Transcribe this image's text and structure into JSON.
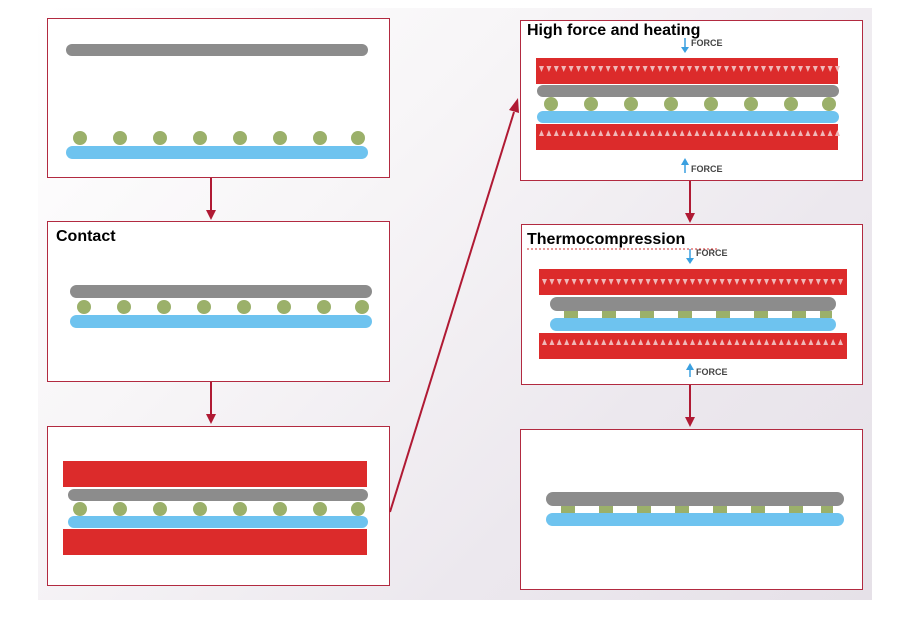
{
  "panels": [
    {
      "id": "p1",
      "title": ""
    },
    {
      "id": "p2",
      "title": "Contact"
    },
    {
      "id": "p3",
      "title": ""
    },
    {
      "id": "p4",
      "title": "High force and heating",
      "force_label": "FORCE"
    },
    {
      "id": "p5",
      "title": "Thermocompression",
      "force_label": "FORCE"
    },
    {
      "id": "p6",
      "title": ""
    }
  ],
  "colors": {
    "border": "#b22a40",
    "chip": "#8c8c8c",
    "substrate": "#6ec3ef",
    "bump": "#9bb06a",
    "heater": "#dc2b2b",
    "force_arrow": "#3aa0e0",
    "flow_arrow": "#b01a34"
  },
  "icons": [
    "force-arrow-icon",
    "flow-arrow-icon",
    "heater-triangle-icon"
  ]
}
